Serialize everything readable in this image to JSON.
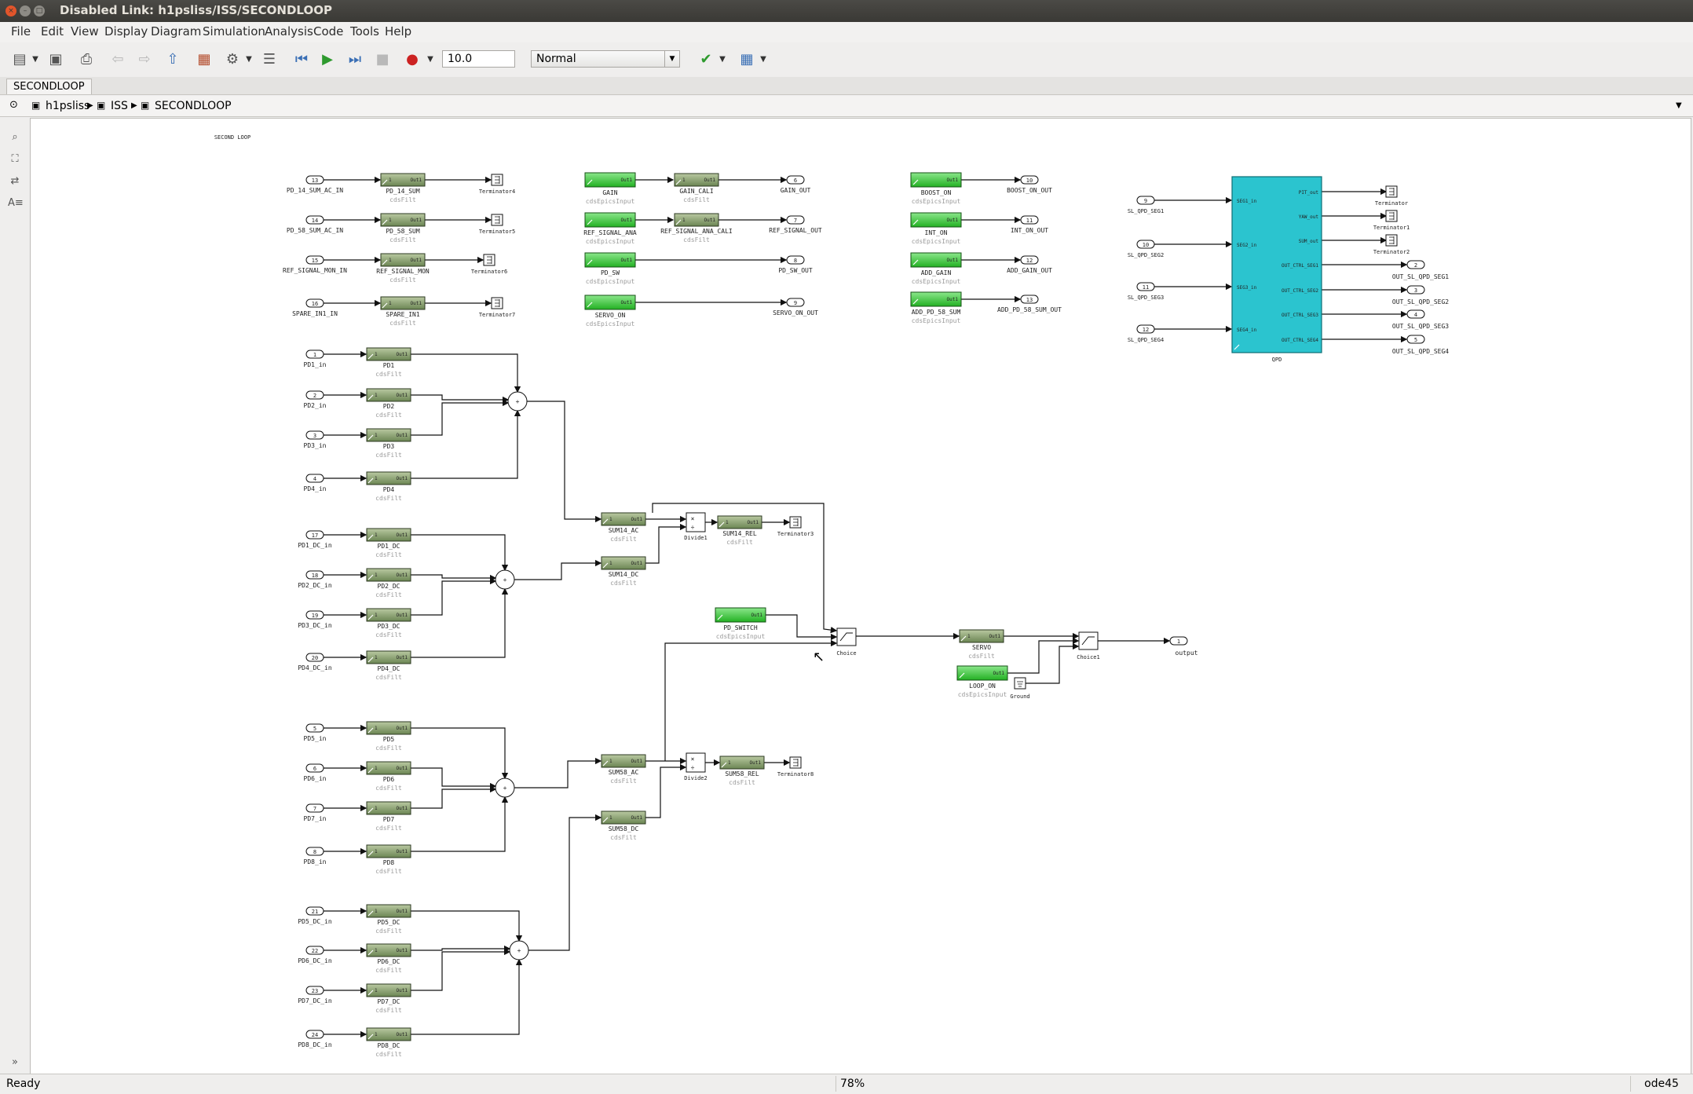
{
  "window": {
    "title": "Disabled Link: h1psliss/ISS/SECONDLOOP",
    "close_glyph": "×",
    "minimize_glyph": "–",
    "maximize_glyph": "□"
  },
  "menu": [
    "File",
    "Edit",
    "View",
    "Display",
    "Diagram",
    "Simulation",
    "Analysis",
    "Code",
    "Tools",
    "Help"
  ],
  "toolbar": {
    "stop_time": "10.0",
    "sim_mode": "Normal",
    "icons": [
      "new-model-icon",
      "save-icon",
      "print-icon",
      "back-icon",
      "forward-icon",
      "up-icon",
      "library-browser-icon",
      "config-params-icon",
      "model-explorer-icon",
      "step-back-icon",
      "run-icon",
      "step-forward-icon",
      "stop-icon",
      "record-icon",
      "check-icon",
      "build-icon"
    ]
  },
  "tab": {
    "label": "SECONDLOOP"
  },
  "breadcrumb": {
    "items": [
      "h1psliss",
      "ISS",
      "SECONDLOOP"
    ],
    "separator": "▶"
  },
  "status": {
    "left": "Ready",
    "zoom": "78%",
    "solver": "ode45"
  },
  "diagram": {
    "area_label": "SECOND LOOP",
    "port_in_names": [
      "PD_14_SUM_AC_IN",
      "PD_58_SUM_AC_IN",
      "REF_SIGNAL_MON_IN",
      "SPARE_IN1_IN"
    ],
    "port_in_nums": [
      "13",
      "14",
      "15",
      "16"
    ],
    "top_filter_names": [
      "PD_14_SUM",
      "PD_58_SUM",
      "REF_SIGNAL_MON",
      "SPARE_IN1"
    ],
    "top_terminators": [
      "Terminator4",
      "Terminator5",
      "Terminator6",
      "Terminator7"
    ],
    "epics_names": [
      "GAIN",
      "REF_SIGNAL_ANA",
      "PD_SW",
      "SERVO_ON"
    ],
    "epics_out_names": [
      "GAIN_OUT",
      "REF_SIGNAL_OUT",
      "PD_SW_OUT",
      "SERVO_ON_OUT"
    ],
    "epics_out_nums": [
      "6",
      "7",
      "8",
      "9"
    ],
    "cali_names": [
      "GAIN_CALI",
      "REF_SIGNAL_ANA_CALI"
    ],
    "epics2_names": [
      "BOOST_ON",
      "INT_ON",
      "ADD_GAIN",
      "ADD_PD_58_SUM"
    ],
    "epics2_out_names": [
      "BOOST_ON_OUT",
      "INT_ON_OUT",
      "ADD_GAIN_OUT",
      "ADD_PD_58_SUM_OUT"
    ],
    "epics2_out_nums": [
      "10",
      "11",
      "12",
      "13"
    ],
    "qpd_in_names": [
      "SL_QPD_SEG1",
      "SL_QPD_SEG2",
      "SL_QPD_SEG3",
      "SL_QPD_SEG4"
    ],
    "qpd_in_nums": [
      "9",
      "10",
      "11",
      "12"
    ],
    "qpd_in_ports": [
      "SEG1_in",
      "SEG2_in",
      "SEG3_in",
      "SEG4_in"
    ],
    "qpd_out_ports": [
      "PIT_out",
      "YAW_out",
      "SUM_out",
      "OUT_CTRL_SEG1",
      "OUT_CTRL_SEG2",
      "OUT_CTRL_SEG3",
      "OUT_CTRL_SEG4"
    ],
    "qpd_terms": [
      "Terminator",
      "Terminator1",
      "Terminator2"
    ],
    "qpd_out_names": [
      "OUT_SL_QPD_SEG1",
      "OUT_SL_QPD_SEG2",
      "OUT_SL_QPD_SEG3",
      "OUT_SL_QPD_SEG4"
    ],
    "qpd_out_nums": [
      "2",
      "3",
      "4",
      "5"
    ],
    "qpd_name": "QPD",
    "groupA": {
      "ins": [
        "PD1_in",
        "PD2_in",
        "PD3_in",
        "PD4_in"
      ],
      "nums": [
        "1",
        "2",
        "3",
        "4"
      ],
      "blocks": [
        "PD1",
        "PD2",
        "PD3",
        "PD4"
      ]
    },
    "groupB": {
      "ins": [
        "PD1_DC_in",
        "PD2_DC_in",
        "PD3_DC_in",
        "PD4_DC_in"
      ],
      "nums": [
        "17",
        "18",
        "19",
        "20"
      ],
      "blocks": [
        "PD1_DC",
        "PD2_DC",
        "PD3_DC",
        "PD4_DC"
      ]
    },
    "groupC": {
      "ins": [
        "PD5_in",
        "PD6_in",
        "PD7_in",
        "PD8_in"
      ],
      "nums": [
        "5",
        "6",
        "7",
        "8"
      ],
      "blocks": [
        "PD5",
        "PD6",
        "PD7",
        "PD8"
      ]
    },
    "groupD": {
      "ins": [
        "PD5_DC_in",
        "PD6_DC_in",
        "PD7_DC_in",
        "PD8_DC_in"
      ],
      "nums": [
        "21",
        "22",
        "23",
        "24"
      ],
      "blocks": [
        "PD5_DC",
        "PD6_DC",
        "PD7_DC",
        "PD8_DC"
      ]
    },
    "mid_blocks": [
      "SUM14_AC",
      "SUM14_DC",
      "SUM58_AC",
      "SUM58_DC"
    ],
    "rel_blocks": [
      "SUM14_REL",
      "SUM58_REL"
    ],
    "dividers": [
      "Divide1",
      "Divide2"
    ],
    "mid_terms": [
      "Terminator3",
      "Terminator8"
    ],
    "pd_switch": "PD_SWITCH",
    "servo": "SERVO",
    "loop_on": "LOOP_ON",
    "choice_names": [
      "Choice",
      "Choice1"
    ],
    "ground": "Ground",
    "output": {
      "name": "output",
      "num": "1"
    },
    "filt_type": "cdsFilt",
    "epics_type": "cdsEpicsInput",
    "port_out_label": "Out1",
    "port_in_label": "1"
  }
}
